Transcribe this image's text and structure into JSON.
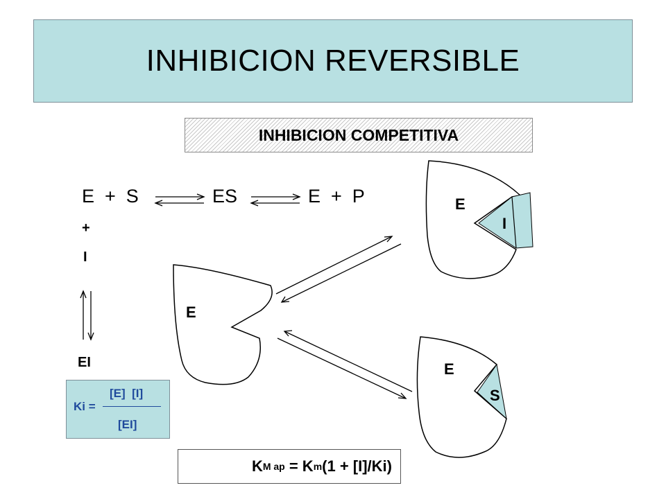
{
  "title": "INHIBICION REVERSIBLE",
  "subtitle": "INHIBICION COMPETITIVA",
  "reaction": {
    "e_plus_s": "E  +  S",
    "es": "ES",
    "e_plus_p": "E  +  P",
    "plus": "+",
    "inhibitor": "I",
    "complex": "EI"
  },
  "enzymes": {
    "free": "E",
    "with_inhibitor": "E",
    "inhibitor_label": "I",
    "with_substrate": "E",
    "substrate_label": "S"
  },
  "ki": {
    "label": "Ki =",
    "numerator": "[E]  [I]",
    "denominator": "[EI]"
  },
  "km": {
    "k1": "K",
    "sub1": "M ap",
    "middle": " = K",
    "sub2": "m",
    "end": "(1 + [I]/Ki)"
  },
  "colors": {
    "title_bg": "#b8e0e2",
    "inhibitor_fill": "#b8e0e2",
    "ki_text": "#1f4a9c"
  }
}
